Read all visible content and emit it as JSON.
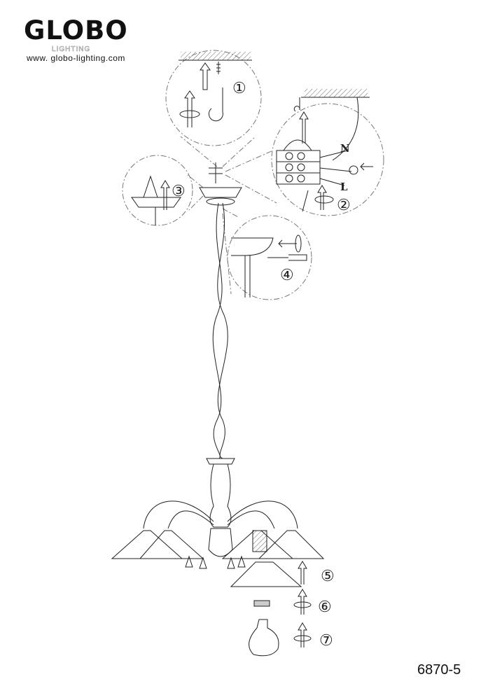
{
  "logo": {
    "brand": "GLOBO",
    "sub": "LIGHTING",
    "url": "www. globo-lighting.com"
  },
  "steps": [
    "①",
    "②",
    "③",
    "④",
    "⑤",
    "⑥",
    "⑦"
  ],
  "wire_labels": {
    "neutral": "N",
    "live": "L"
  },
  "model_number": "6870-5"
}
